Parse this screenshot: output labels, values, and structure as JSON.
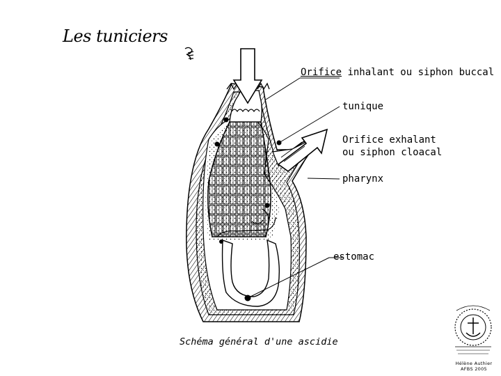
{
  "title": "Les tuniciers",
  "labels": {
    "siphon_buccal_word": "Orifice",
    "siphon_buccal_rest": " inhalant ou siphon buccal",
    "tunique": "tunique",
    "siphon_cloacal_line1": "Orifice exhalant",
    "siphon_cloacal_line2": "ou siphon cloacal",
    "pharynx": "pharynx",
    "estomac": "estomac"
  },
  "caption": "Schéma général d'une ascidie",
  "credit": {
    "line1": "Hélène Authier",
    "line2": "AFBS 2005"
  },
  "icons": [
    "ascidian-sketch-icon",
    "society-seal-logo"
  ]
}
